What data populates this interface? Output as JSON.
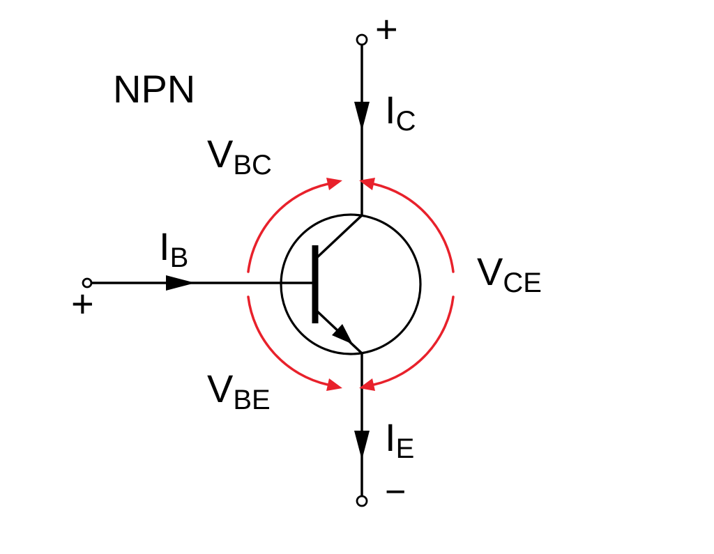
{
  "diagram": {
    "type_label": "NPN",
    "quantities": {
      "collector_current": {
        "symbol": "I",
        "subscript": "C"
      },
      "base_current": {
        "symbol": "I",
        "subscript": "B"
      },
      "emitter_current": {
        "symbol": "I",
        "subscript": "E"
      },
      "base_collector_voltage": {
        "symbol": "V",
        "subscript": "BC"
      },
      "collector_emitter_voltage": {
        "symbol": "V",
        "subscript": "CE"
      },
      "base_emitter_voltage": {
        "symbol": "V",
        "subscript": "BE"
      }
    },
    "terminal_signs": {
      "top": "+",
      "base": "+",
      "bottom": "−"
    }
  },
  "colors": {
    "line": "#000000",
    "voltage_arc": "#e8212b",
    "background": "#ffffff"
  }
}
